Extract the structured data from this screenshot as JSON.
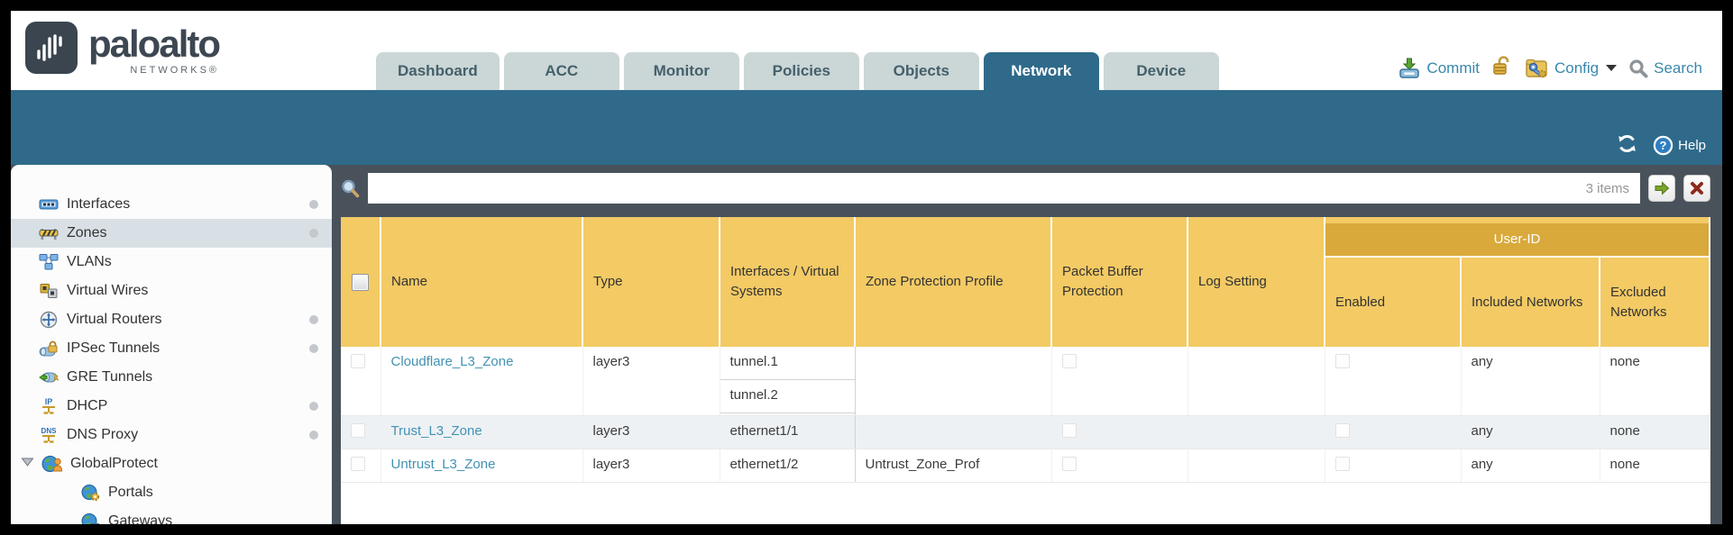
{
  "brand": {
    "name": "paloalto",
    "sub": "NETWORKS®"
  },
  "nav": {
    "tabs": [
      {
        "label": "Dashboard",
        "active": false
      },
      {
        "label": "ACC",
        "active": false
      },
      {
        "label": "Monitor",
        "active": false
      },
      {
        "label": "Policies",
        "active": false
      },
      {
        "label": "Objects",
        "active": false
      },
      {
        "label": "Network",
        "active": true
      },
      {
        "label": "Device",
        "active": false
      }
    ],
    "commit_label": "Commit",
    "config_label": "Config",
    "search_label": "Search"
  },
  "band": {
    "help_label": "Help"
  },
  "sidebar": {
    "items": [
      {
        "label": "Interfaces"
      },
      {
        "label": "Zones",
        "selected": true
      },
      {
        "label": "VLANs"
      },
      {
        "label": "Virtual Wires"
      },
      {
        "label": "Virtual Routers"
      },
      {
        "label": "IPSec Tunnels"
      },
      {
        "label": "GRE Tunnels"
      },
      {
        "label": "DHCP"
      },
      {
        "label": "DNS Proxy"
      },
      {
        "label": "GlobalProtect",
        "expanded": true
      },
      {
        "label": "Portals",
        "child": true
      },
      {
        "label": "Gateways",
        "child": true
      }
    ]
  },
  "filterbar": {
    "value": "",
    "count": "3 items"
  },
  "table": {
    "group_header": "User-ID",
    "columns": {
      "name": "Name",
      "type": "Type",
      "interfaces": "Interfaces / Virtual Systems",
      "zone_protection": "Zone Protection Profile",
      "packet_buffer": "Packet Buffer Protection",
      "log_setting": "Log Setting",
      "enabled": "Enabled",
      "included": "Included Networks",
      "excluded": "Excluded Networks"
    },
    "rows": [
      {
        "name": "Cloudflare_L3_Zone",
        "type": "layer3",
        "interfaces": [
          "tunnel.1",
          "tunnel.2"
        ],
        "zone_protection": "",
        "packet_buffer_checked": false,
        "log_setting": "",
        "enabled_checked": false,
        "included": "any",
        "excluded": "none"
      },
      {
        "name": "Trust_L3_Zone",
        "type": "layer3",
        "interfaces": [
          "ethernet1/1"
        ],
        "zone_protection": "",
        "packet_buffer_checked": false,
        "log_setting": "",
        "enabled_checked": false,
        "included": "any",
        "excluded": "none"
      },
      {
        "name": "Untrust_L3_Zone",
        "type": "layer3",
        "interfaces": [
          "ethernet1/2"
        ],
        "zone_protection": "Untrust_Zone_Prof",
        "packet_buffer_checked": false,
        "log_setting": "",
        "enabled_checked": false,
        "included": "any",
        "excluded": "none"
      }
    ]
  },
  "colors": {
    "teal_band": "#2F6A8B",
    "header_gold": "#F3CA64",
    "group_gold": "#D9A93C",
    "link_blue": "#4292B3",
    "action_blue": "#3987AC",
    "dark_strip": "#49525B",
    "selected_nav": "#D8E0E5",
    "alt_row": "#EDF1F4"
  }
}
